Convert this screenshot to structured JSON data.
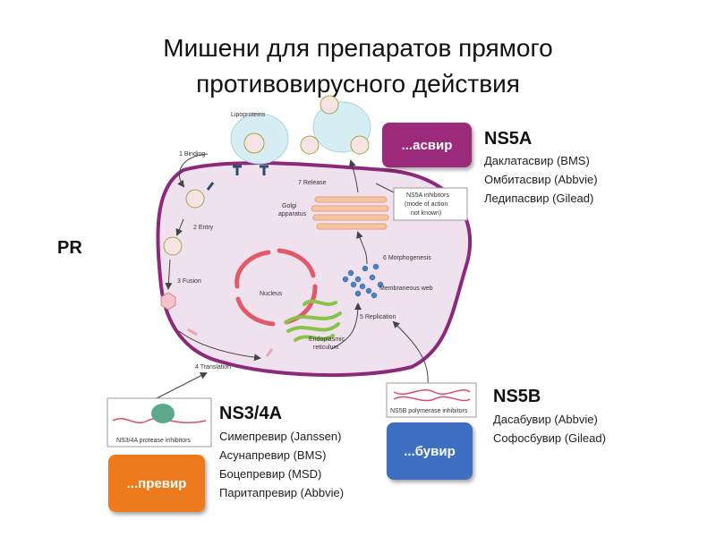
{
  "title": "Мишени для препаратов прямого\nпротивовирусного действия",
  "pr_label": "PR",
  "diagram_labels": {
    "lipoproteins": "Lipoproteins",
    "binding": "1 Binding",
    "entry": "2 Entry",
    "fusion": "3 Fusion",
    "translation": "4 Translation",
    "replication": "5 Replication",
    "morphogenesis": "6 Morphogenesis",
    "release": "7 Release",
    "golgi1": "Golgi",
    "golgi2": "apparatus",
    "nucleus": "Nucleus",
    "er1": "Endoplasmic",
    "er2": "reticulum",
    "web": "Membraneous web",
    "ns5a_inh1": "NS5A inhibitors",
    "ns5a_inh2": "(mode of action",
    "ns5a_inh3": "not known)",
    "ns3_inh": "NS3/4A protease inhibitors",
    "ns5b_inh": "NS5B polymerase inhibitors"
  },
  "groups": {
    "ns5a": {
      "header": "NS5A",
      "button": "...асвир",
      "color": "#9c2a7a",
      "drugs": [
        "Даклатасвир (BMS)",
        "Омбитасвир (Abbvie)",
        "Ледипасвир (Gilead)"
      ]
    },
    "ns34a": {
      "header": "NS3/4A",
      "button": "...превир",
      "color": "#ee7a1e",
      "drugs": [
        "Симепревир (Janssen)",
        "Асунапревир (BMS)",
        "Боцепревир (MSD)",
        "Паритапревир (Abbvie)"
      ]
    },
    "ns5b": {
      "header": "NS5B",
      "button": "...бувир",
      "color": "#3e6fc0",
      "drugs": [
        "Дасабувир (Abbvie)",
        "Софосбувир (Gilead)"
      ]
    }
  }
}
